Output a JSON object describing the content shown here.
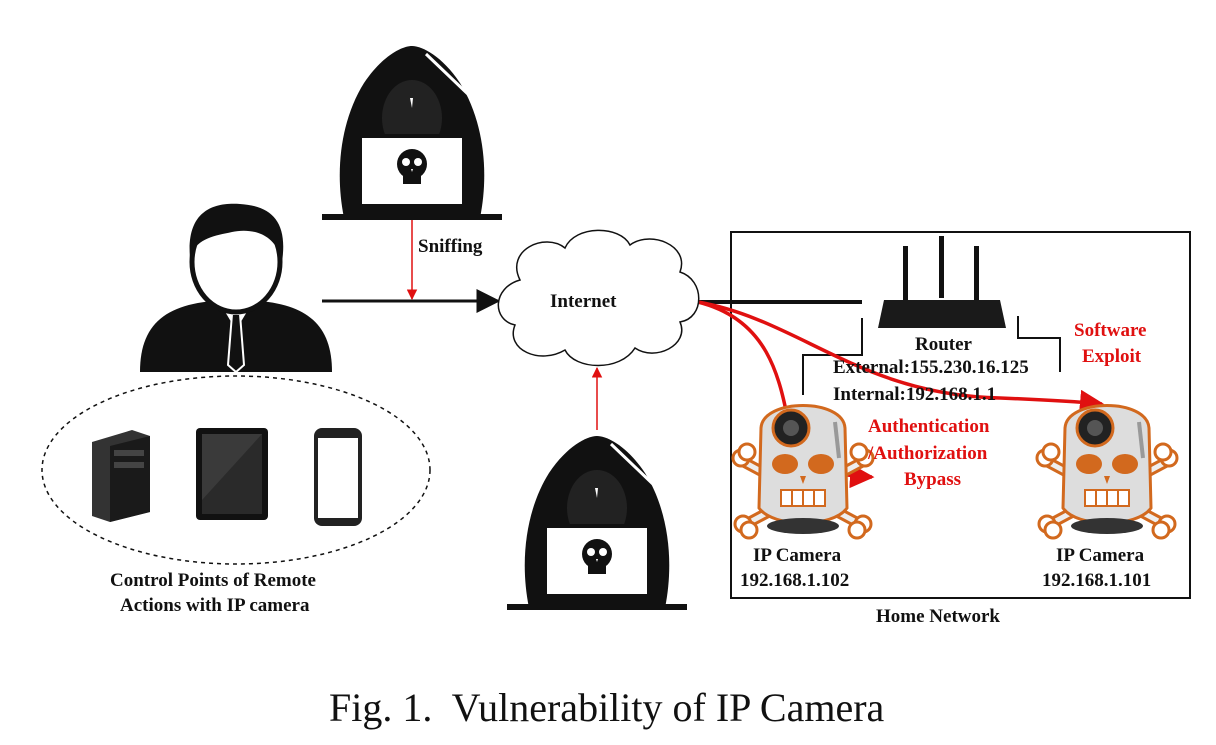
{
  "labels": {
    "sniffing": "Sniffing",
    "internet": "Internet",
    "router": "Router",
    "external_ip": "External:155.230.16.125",
    "internal_ip": "Internal:192.168.1.1",
    "software_exploit_1": "Software",
    "software_exploit_2": "Exploit",
    "auth_1": "Authentication",
    "auth_2": "/Authorization",
    "auth_3": "Bypass",
    "camera_left_name": "IP Camera",
    "camera_left_ip": "192.168.1.102",
    "camera_right_name": "IP Camera",
    "camera_right_ip": "192.168.1.101",
    "control_points_1": "Control Points of Remote",
    "control_points_2": "Actions with IP camera",
    "home_network": "Home Network"
  },
  "caption": "Fig. 1.  Vulnerability of IP Camera",
  "colors": {
    "attack": "#e01010",
    "ink": "#111111",
    "camera_skull": "#d2691e"
  },
  "icons": [
    "hacker-icon",
    "user-icon",
    "desktop-tower-icon",
    "tablet-icon",
    "smartphone-icon",
    "cloud-icon",
    "router-icon",
    "ip-camera-icon",
    "skull-crossbones-icon"
  ]
}
